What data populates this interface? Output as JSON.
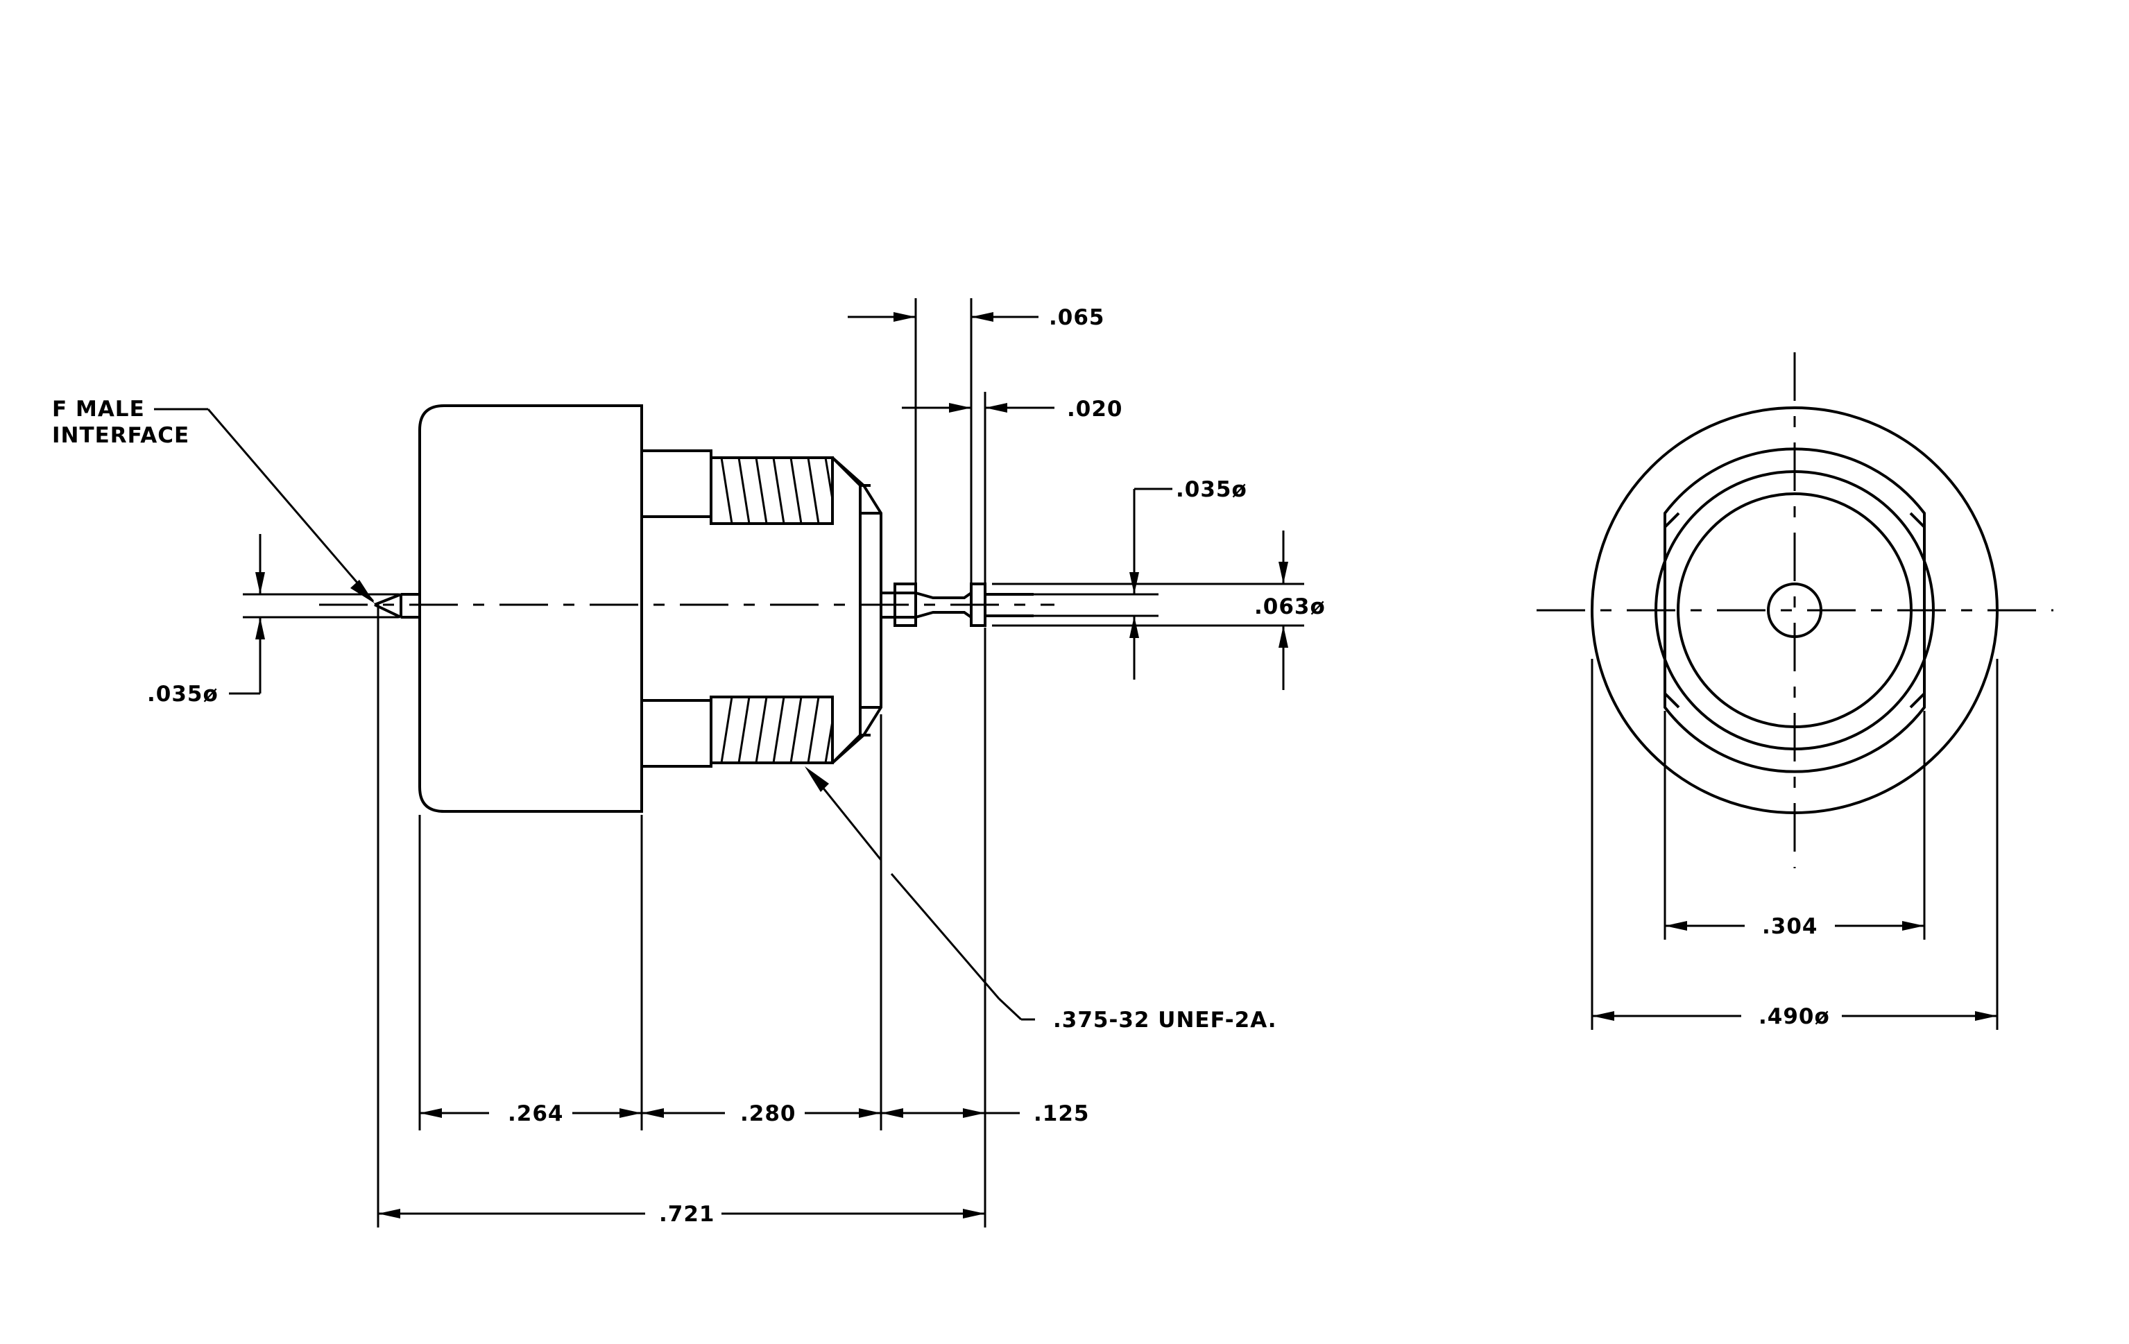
{
  "labels": {
    "interface_line1": "F  MALE",
    "interface_line2": "INTERFACE",
    "pin_dia_left": ".035ø",
    "pin_dia_right": ".035ø",
    "pin_dia_063": ".063ø",
    "dim_065": ".065",
    "dim_020": ".020",
    "dim_264": ".264",
    "dim_280": ".280",
    "dim_125": ".125",
    "dim_721": ".721",
    "thread_spec": ".375-32  UNEF-2A.",
    "dim_304": ".304",
    "dim_490": ".490ø"
  }
}
